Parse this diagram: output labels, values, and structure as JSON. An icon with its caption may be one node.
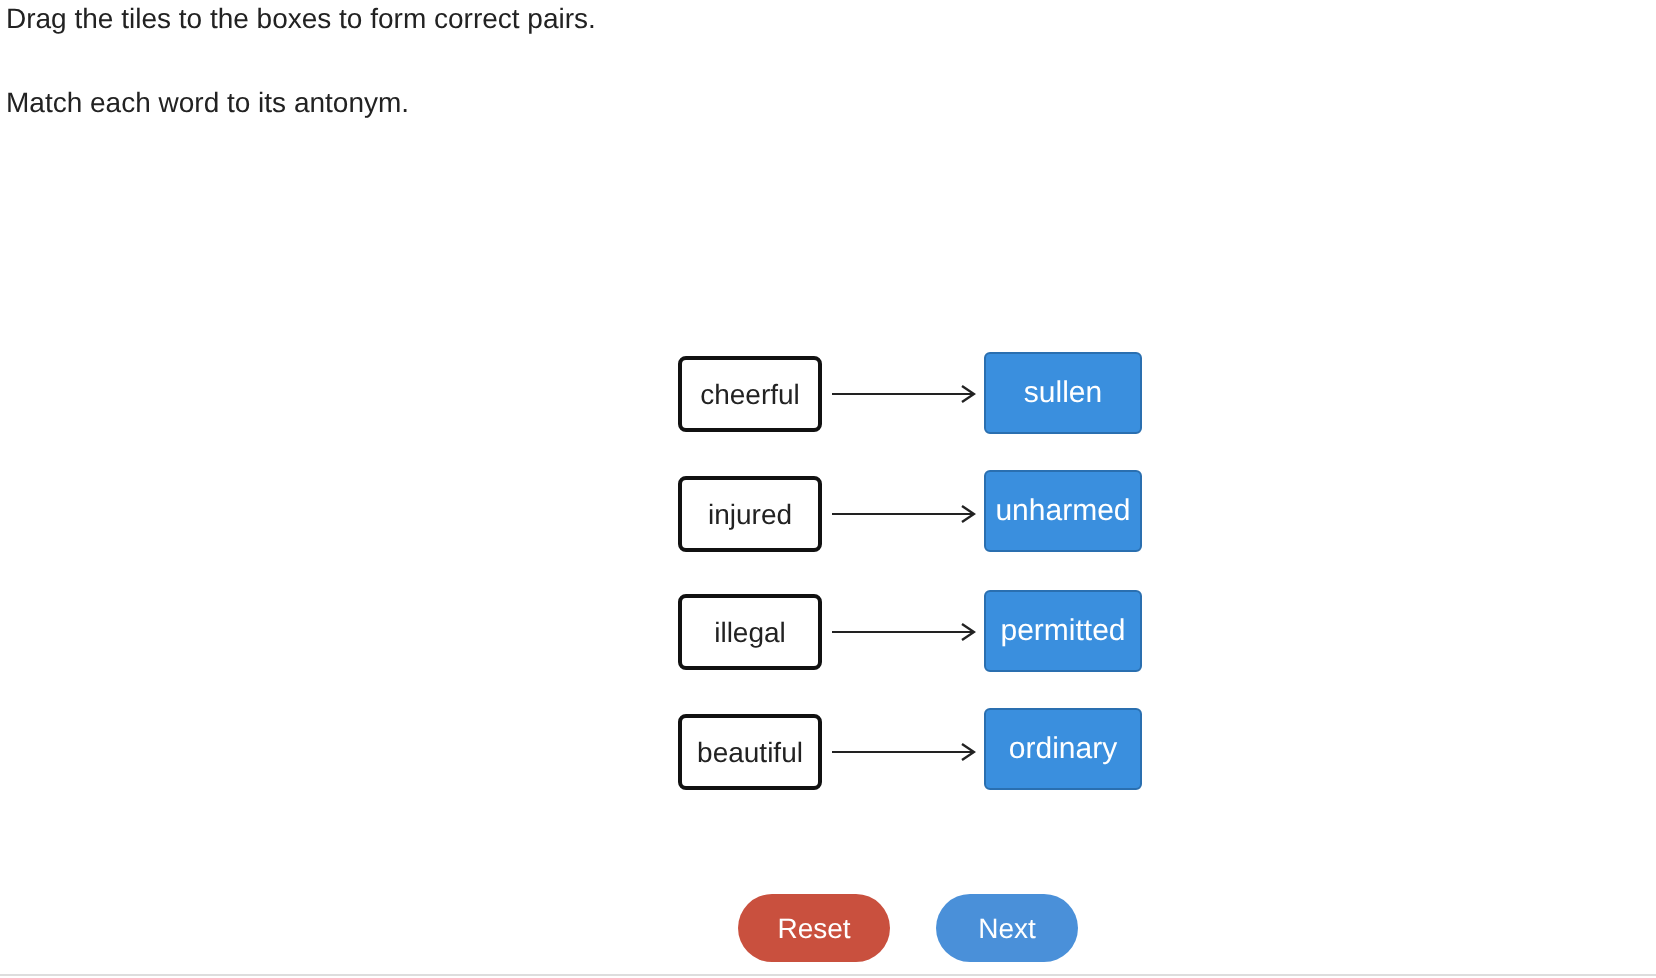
{
  "diagram": {
    "nodes": [
      {
        "text": [
          "cheerful"
        ]
      },
      {
        "text": [
          "sullen"
        ]
      },
      {
        "text": [
          "injured"
        ]
      },
      {
        "text": [
          "unharmed"
        ]
      },
      {
        "text": [
          "illegal"
        ]
      },
      {
        "text": [
          "permitted"
        ]
      },
      {
        "text": [
          "beautiful"
        ]
      },
      {
        "text": [
          "ordinary"
        ]
      },
      {
        "text": [
          "Reset"
        ]
      },
      {
        "text": [
          "Next"
        ]
      }
    ],
    "edges": [
      {
        "from": 0,
        "to": 1,
        "arrow": "to"
      },
      {
        "from": 2,
        "to": 3,
        "arrow": "to"
      },
      {
        "from": 4,
        "to": 5,
        "arrow": "to"
      },
      {
        "from": 6,
        "to": 7,
        "arrow": "to"
      }
    ],
    "labels": [
      "Drag the tiles to the boxes to form correct pairs.",
      "Match each word to its antonym."
    ]
  }
}
